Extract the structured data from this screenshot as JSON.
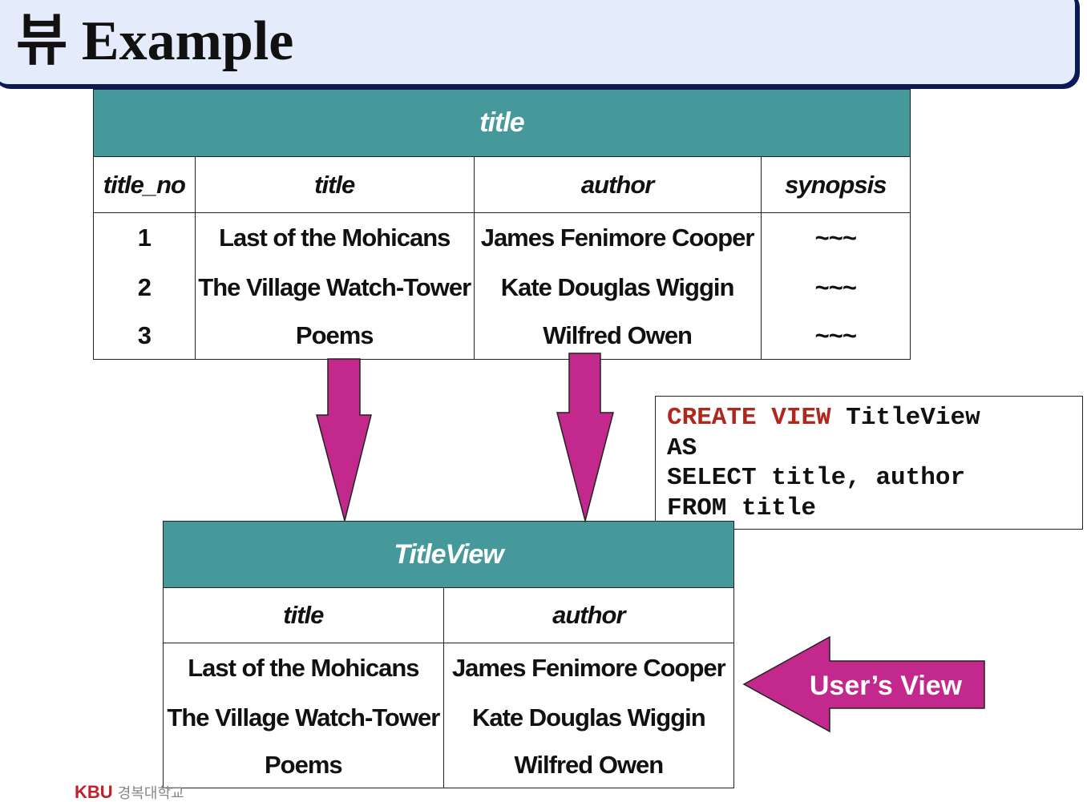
{
  "header": {
    "title": "뷰 Example"
  },
  "base_table": {
    "name": "title",
    "columns": [
      "title_no",
      "title",
      "author",
      "synopsis"
    ],
    "rows": [
      [
        "1",
        "Last of the Mohicans",
        "James Fenimore Cooper",
        "~~~"
      ],
      [
        "2",
        "The Village Watch-Tower",
        "Kate Douglas Wiggin",
        "~~~"
      ],
      [
        "3",
        "Poems",
        "Wilfred Owen",
        "~~~"
      ]
    ]
  },
  "sql": {
    "keyword_create": "CREATE",
    "keyword_view": "VIEW",
    "view_name": "TitleView",
    "line2": "AS",
    "line3": "SELECT title, author",
    "line4": "FROM title"
  },
  "view_table": {
    "name": "TitleView",
    "columns": [
      "title",
      "author"
    ],
    "rows": [
      [
        "Last of the Mohicans",
        "James Fenimore Cooper"
      ],
      [
        "The Village Watch-Tower",
        "Kate Douglas Wiggin"
      ],
      [
        "Poems",
        "Wilfred Owen"
      ]
    ]
  },
  "callout": {
    "label": "User’s View"
  },
  "logo": {
    "text": "KBU",
    "subtext": "경복대학교"
  },
  "colors": {
    "teal": "#45999a",
    "magenta": "#c3288c",
    "keyword": "#b0281d",
    "header_bg": "#e4ecfb"
  }
}
